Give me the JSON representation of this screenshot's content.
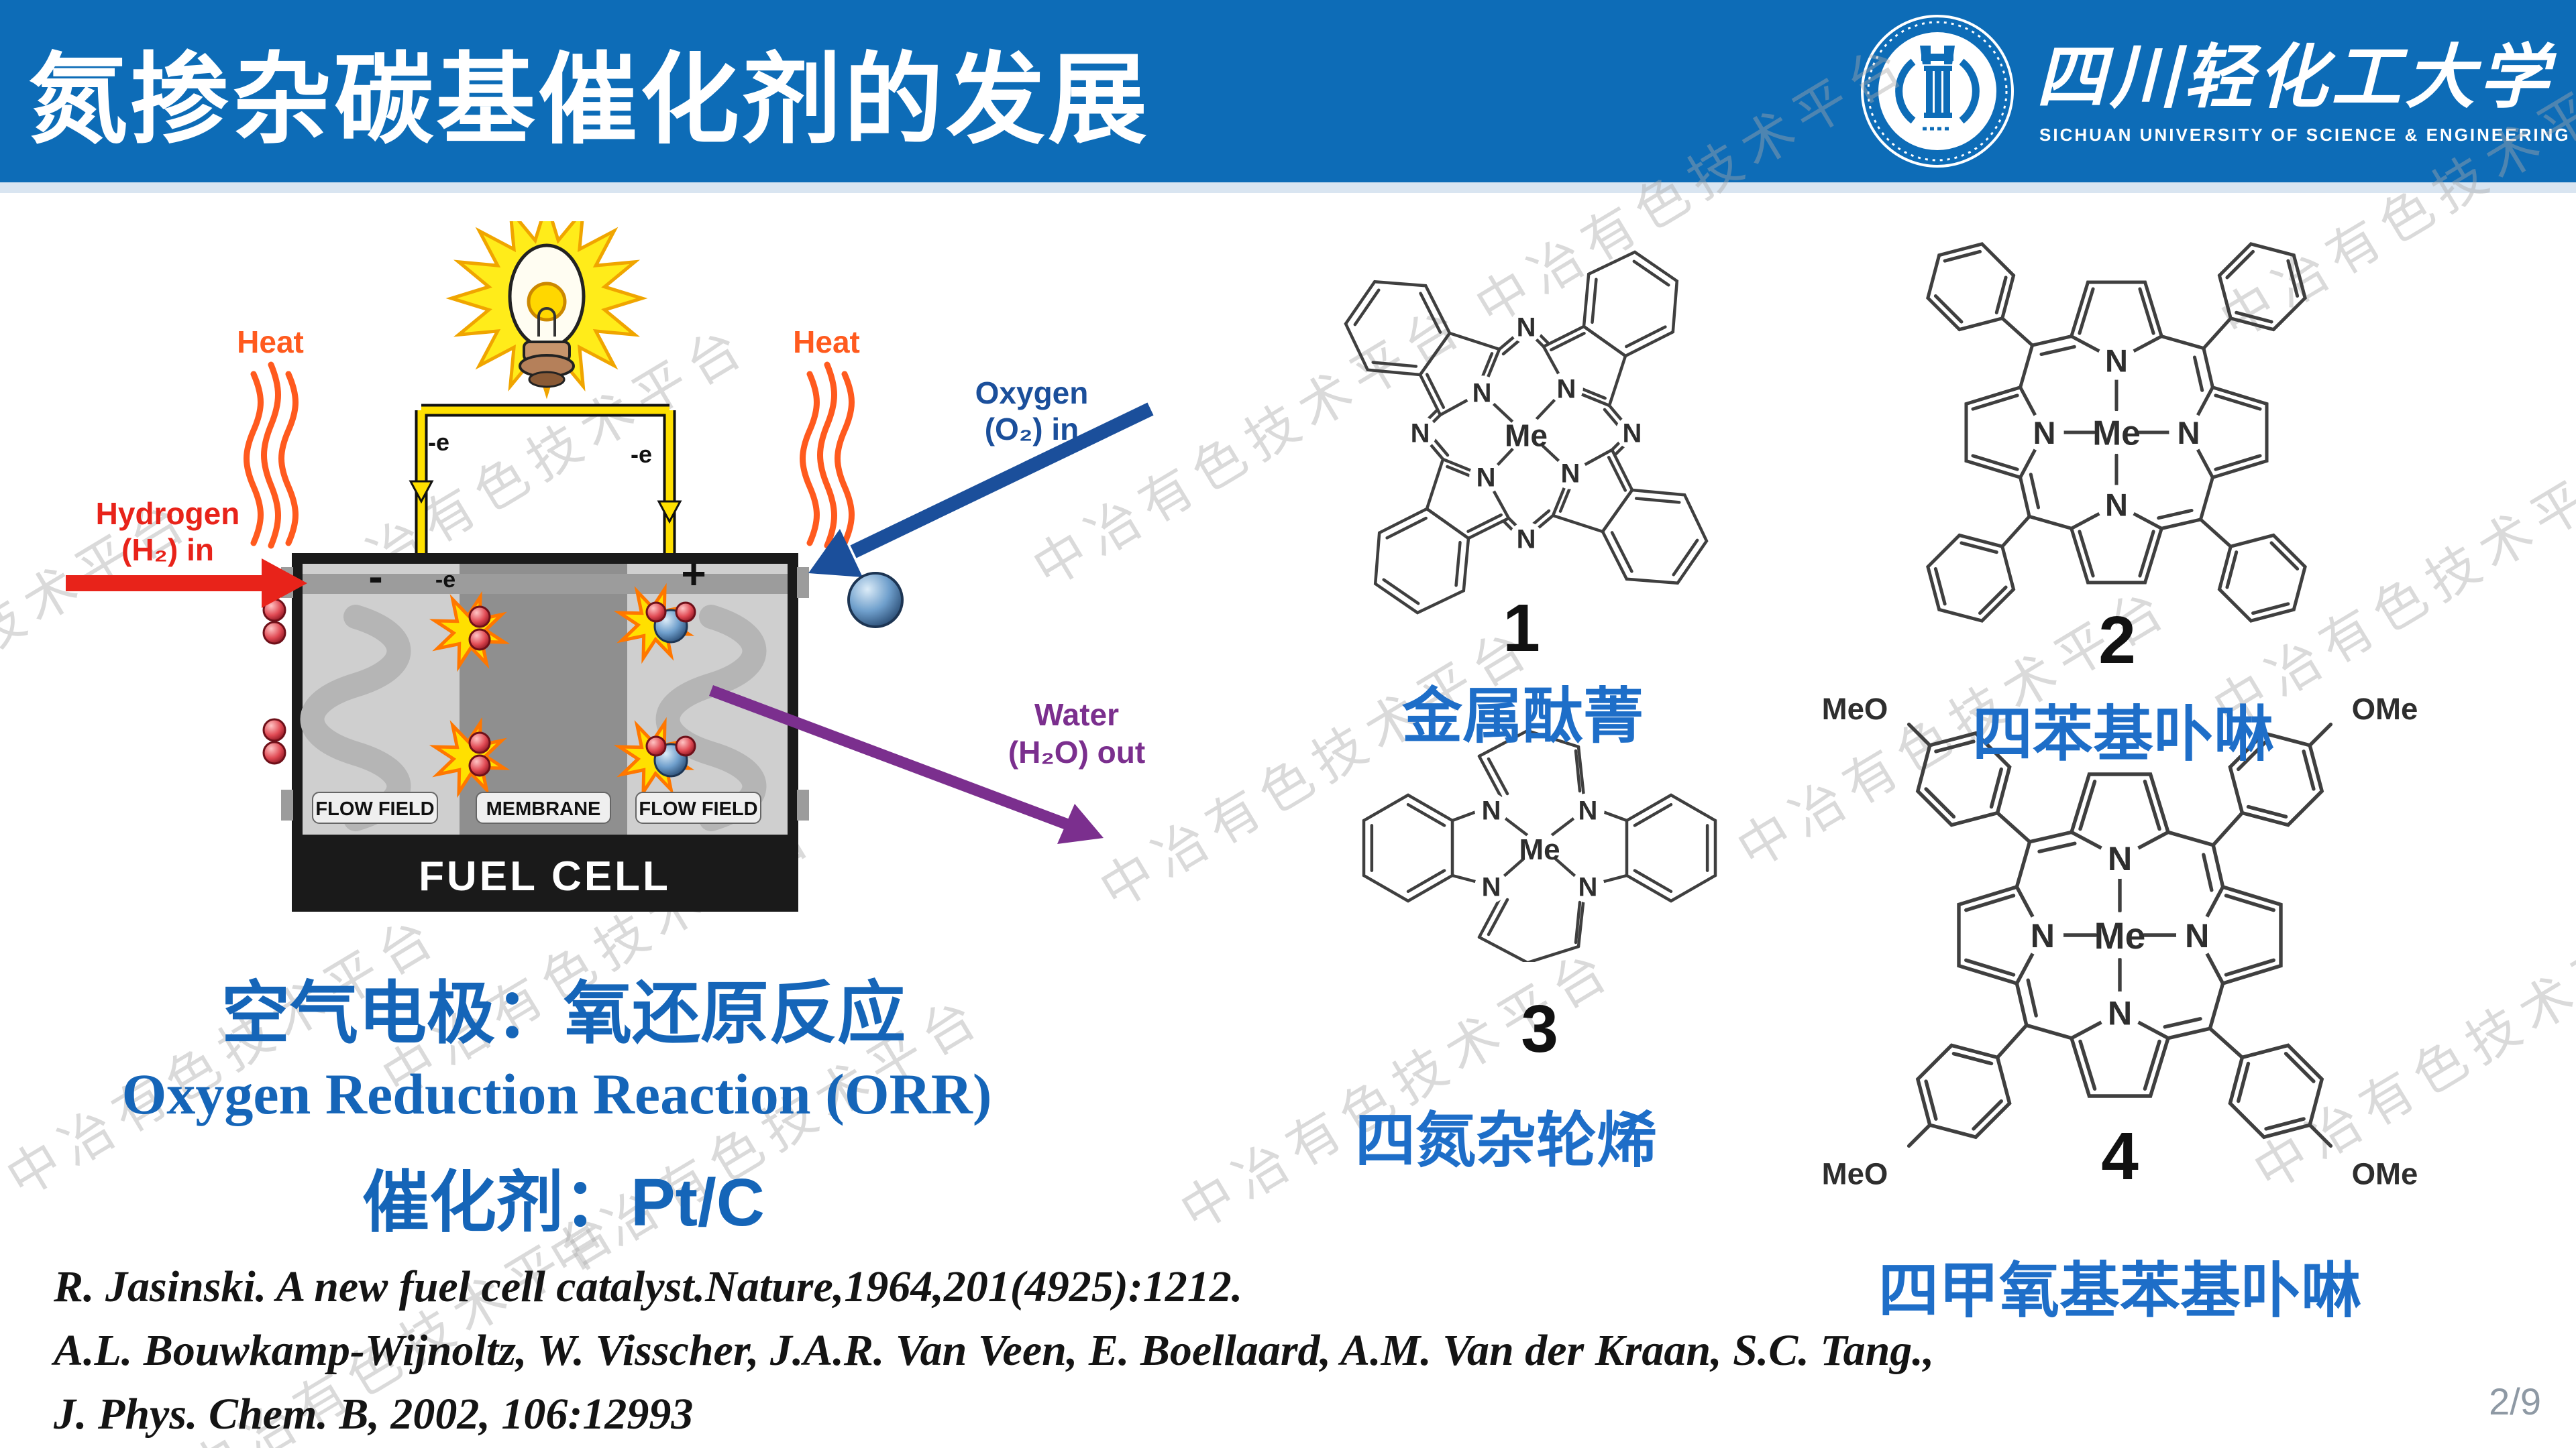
{
  "header": {
    "title": "氮掺杂碳基催化剂的发展",
    "university_cn": "四川轻化工大学",
    "university_en": "SICHUAN UNIVERSITY OF SCIENCE & ENGINEERING"
  },
  "watermark_text": "中冶有色技术平台",
  "fuel_cell_diagram": {
    "heat_left": "Heat",
    "heat_right": "Heat",
    "hydrogen": [
      "Hydrogen",
      "(H₂) in"
    ],
    "oxygen": [
      "Oxygen",
      "(O₂) in"
    ],
    "water": [
      "Water",
      "(H₂O) out"
    ],
    "electron_top_left": "-e",
    "electron_top_right": "-e",
    "electron_inner": "-e",
    "anode_sign": "-",
    "cathode_sign": "+",
    "flow_field_left": "FLOW FIELD",
    "membrane": "MEMBRANE",
    "flow_field_right": "FLOW FIELD",
    "caption": "FUEL CELL"
  },
  "air_electrode": {
    "line1": "空气电极：氧还原反应",
    "line2": "Oxygen Reduction Reaction (ORR)",
    "line3": "催化剂：Pt/C"
  },
  "molecules": [
    {
      "number": "1",
      "name": "金属酞菁",
      "metal": "Me",
      "nitrogen": "N"
    },
    {
      "number": "2",
      "name": "四苯基卟啉",
      "metal": "Me",
      "nitrogen": "N"
    },
    {
      "number": "3",
      "name": "四氮杂轮烯",
      "metal": "Me",
      "nitrogen": "N"
    },
    {
      "number": "4",
      "name": "四甲氧基苯基卟啉",
      "metal": "Me",
      "nitrogen": "N",
      "substituent_left": "MeO",
      "substituent_right": "OMe"
    }
  ],
  "references": [
    "R. Jasinski. A new fuel cell catalyst.Nature,1964,201(4925):1212.",
    "A.L. Bouwkamp-Wijnoltz, W. Visscher, J.A.R. Van Veen, E. Boellaard, A.M. Van der Kraan, S.C. Tang.,",
    "J. Phys. Chem. B, 2002, 106:12993"
  ],
  "page_indicator": "2/9",
  "colors": {
    "header_blue": "#0d6cb7",
    "accent_blue": "#1565b8",
    "molecule_name_blue": "#1e6ec8",
    "heat_orange": "#ff5a1e",
    "hydrogen_red": "#e8231a",
    "oxygen_blue": "#1b4f9b",
    "water_purple": "#7b2f8e"
  }
}
